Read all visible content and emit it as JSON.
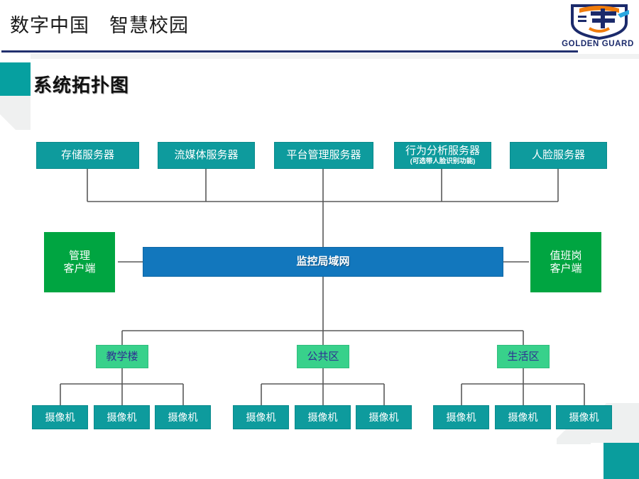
{
  "header": {
    "title": "数字中国　智慧校园",
    "logo": {
      "brand_text": "GOLDEN GUARD",
      "mark_name": "golden-guard-shield-logo"
    },
    "rule_color": "#22306e"
  },
  "page": {
    "title": "系统拓扑图",
    "accent_teal": "#0e9b9d",
    "accent_green": "#00a541",
    "accent_mint": "#38d18b",
    "accent_blue": "#1277bd",
    "zone_text_color": "#2e3192"
  },
  "diagram": {
    "servers": [
      {
        "label": "存储服务器",
        "sub": ""
      },
      {
        "label": "流媒体服务器",
        "sub": ""
      },
      {
        "label": "平台管理服务器",
        "sub": ""
      },
      {
        "label": "行为分析服务器",
        "sub": "(可选带人脸识别功能)"
      },
      {
        "label": "人脸服务器",
        "sub": ""
      }
    ],
    "network": {
      "label": "监控局域网"
    },
    "clients": [
      {
        "line1": "管理",
        "line2": "客户端"
      },
      {
        "line1": "值班岗",
        "line2": "客户端"
      }
    ],
    "zones": [
      {
        "label": "教学楼"
      },
      {
        "label": "公共区"
      },
      {
        "label": "生活区"
      }
    ],
    "cameras": [
      {
        "label": "摄像机"
      },
      {
        "label": "摄像机"
      },
      {
        "label": "摄像机"
      },
      {
        "label": "摄像机"
      },
      {
        "label": "摄像机"
      },
      {
        "label": "摄像机"
      },
      {
        "label": "摄像机"
      },
      {
        "label": "摄像机"
      },
      {
        "label": "摄像机"
      }
    ]
  }
}
